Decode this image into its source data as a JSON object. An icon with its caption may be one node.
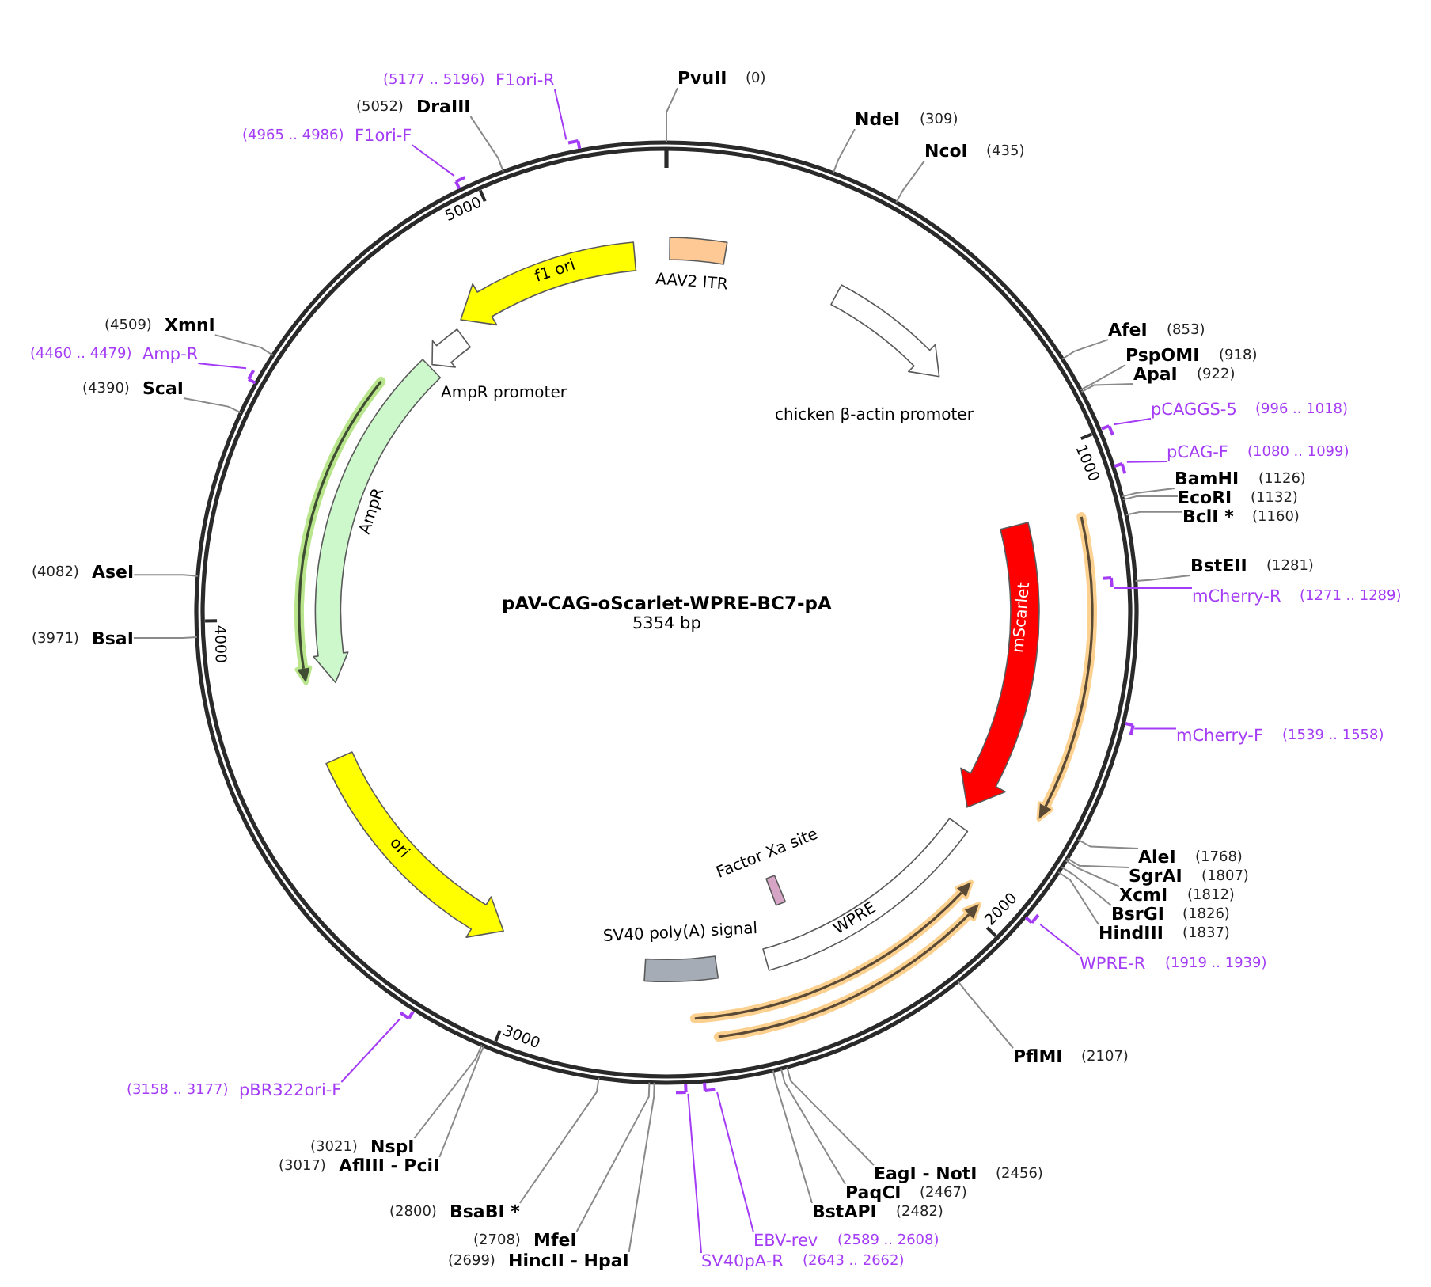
{
  "diagram": {
    "title": "pAV-CAG-oScarlet-WPRE-BC7-pA",
    "nodes": [
      {
        "text": [
          "AAV2 ITR"
        ]
      },
      {
        "text": [
          "chicken β-actin promoter"
        ]
      },
      {
        "text": [
          "mScarlet"
        ]
      },
      {
        "text": [
          "WPRE"
        ]
      },
      {
        "text": [
          "Factor Xa site"
        ]
      },
      {
        "text": [
          "SV40 poly(A) signal"
        ]
      },
      {
        "text": [
          "ori"
        ]
      },
      {
        "text": [
          "AmpR"
        ]
      },
      {
        "text": [
          "AmpR promoter"
        ]
      },
      {
        "text": [
          "f1 ori"
        ]
      },
      {
        "text": [
          "PvuII",
          "(0)"
        ]
      },
      {
        "text": [
          "NdeI",
          "(309)"
        ]
      },
      {
        "text": [
          "NcoI",
          "(435)"
        ]
      },
      {
        "text": [
          "AfeI",
          "(853)"
        ]
      },
      {
        "text": [
          "PspOMI",
          "(918)"
        ]
      },
      {
        "text": [
          "ApaI",
          "(922)"
        ]
      },
      {
        "text": [
          "pCAGGS-5",
          "(996 .. 1018)"
        ]
      },
      {
        "text": [],
        "shape": "bar"
      },
      {
        "text": [
          "pCAG-F",
          "(1080 .. 1099)"
        ]
      },
      {
        "text": [],
        "shape": "bar"
      },
      {
        "text": [
          "BamHI",
          "(1126)"
        ]
      },
      {
        "text": [
          "EcoRI",
          "(1132)"
        ]
      },
      {
        "text": [
          "BclI *",
          "(1160)"
        ]
      },
      {
        "text": [
          "BstEII",
          "(1281)"
        ]
      },
      {
        "text": [
          "mCherry-R",
          "(1271 .. 1289)"
        ]
      },
      {
        "text": [],
        "shape": "bar"
      },
      {
        "text": [
          "mCherry-F",
          "(1539 .. 1558)"
        ]
      },
      {
        "text": [],
        "shape": "bar"
      },
      {
        "text": [
          "AleI",
          "(1768)"
        ]
      },
      {
        "text": [
          "SgrAI",
          "(1807)"
        ]
      },
      {
        "text": [
          "XcmI",
          "(1812)"
        ]
      },
      {
        "text": [
          "BsrGI",
          "(1826)"
        ]
      },
      {
        "text": [
          "HindIII",
          "(1837)"
        ]
      },
      {
        "text": [
          "WPRE-R",
          "(1919 .. 1939)"
        ]
      },
      {
        "text": [],
        "shape": "bar"
      },
      {
        "text": [
          "PflMI",
          "(2107)"
        ]
      },
      {
        "text": [
          "EagI - NotI",
          "(2456)"
        ]
      },
      {
        "text": [
          "PaqCI",
          "(2467)"
        ]
      },
      {
        "text": [
          "BstAPI",
          "(2482)"
        ]
      },
      {
        "text": [
          "EBV-rev",
          "(2589 .. 2608)"
        ]
      },
      {
        "text": [],
        "shape": "bar"
      },
      {
        "text": [
          "SV40pA-R",
          "(2643 .. 2662)"
        ]
      },
      {
        "text": [],
        "shape": "bar"
      },
      {
        "text": [
          "(2699)",
          "HincII - HpaI"
        ]
      },
      {
        "text": [
          "(2708)",
          "MfeI"
        ]
      },
      {
        "text": [
          "(2800)",
          "BsaBI *"
        ]
      },
      {
        "text": [
          "(3017)",
          "AflIII - PciI"
        ]
      },
      {
        "text": [
          "(3021)",
          "NspI"
        ]
      },
      {
        "text": [
          "(3158 .. 3177)",
          "pBR322ori-F"
        ]
      },
      {
        "text": [],
        "shape": "bar"
      },
      {
        "text": [
          "(3971)",
          "BsaI"
        ]
      },
      {
        "text": [
          "(4082)",
          "AseI"
        ]
      },
      {
        "text": [
          "(4390)",
          "ScaI"
        ]
      },
      {
        "text": [
          "(4460 .. 4479)",
          "Amp-R"
        ]
      },
      {
        "text": [],
        "shape": "bar"
      },
      {
        "text": [
          "(4509)",
          "XmnI"
        ]
      },
      {
        "text": [
          "(4965 .. 4986)",
          "F1ori-F"
        ]
      },
      {
        "text": [],
        "shape": "bar"
      },
      {
        "text": [
          "(5052)",
          "DraIII"
        ]
      },
      {
        "text": [
          "(5177 .. 5196)",
          "F1ori-R"
        ]
      },
      {
        "text": [],
        "shape": "bar"
      }
    ],
    "edges": [
      {
        "from": 10,
        "to": null,
        "arrow": "none"
      },
      {
        "from": 11,
        "to": null,
        "arrow": "none"
      },
      {
        "from": 12,
        "to": null,
        "arrow": "none"
      },
      {
        "from": 13,
        "to": null,
        "arrow": "none"
      },
      {
        "from": 14,
        "to": null,
        "arrow": "none"
      },
      {
        "from": 15,
        "to": null,
        "arrow": "none"
      },
      {
        "from": 16,
        "to": 17,
        "arrow": "none",
        "color": "#a43cf5"
      },
      {
        "from": 18,
        "to": 19,
        "arrow": "none",
        "color": "#a43cf5"
      },
      {
        "from": 20,
        "to": null,
        "arrow": "none"
      },
      {
        "from": 21,
        "to": null,
        "arrow": "none"
      },
      {
        "from": 22,
        "to": null,
        "arrow": "none"
      },
      {
        "from": 23,
        "to": null,
        "arrow": "none"
      },
      {
        "from": 24,
        "to": 25,
        "arrow": "none",
        "color": "#a43cf5"
      },
      {
        "from": 26,
        "to": 27,
        "arrow": "none",
        "color": "#a43cf5"
      },
      {
        "from": 28,
        "to": null,
        "arrow": "none"
      },
      {
        "from": 29,
        "to": null,
        "arrow": "none"
      },
      {
        "from": 30,
        "to": null,
        "arrow": "none"
      },
      {
        "from": 31,
        "to": null,
        "arrow": "none"
      },
      {
        "from": 32,
        "to": null,
        "arrow": "none"
      },
      {
        "from": 33,
        "to": 34,
        "arrow": "none",
        "color": "#a43cf5"
      },
      {
        "from": 35,
        "to": null,
        "arrow": "none"
      },
      {
        "from": 36,
        "to": null,
        "arrow": "none"
      },
      {
        "from": 37,
        "to": null,
        "arrow": "none"
      },
      {
        "from": 38,
        "to": null,
        "arrow": "none"
      },
      {
        "from": 39,
        "to": 40,
        "arrow": "none",
        "color": "#a43cf5"
      },
      {
        "from": 41,
        "to": 42,
        "arrow": "none",
        "color": "#a43cf5"
      },
      {
        "from": 43,
        "to": null,
        "arrow": "none"
      },
      {
        "from": 44,
        "to": null,
        "arrow": "none"
      },
      {
        "from": 45,
        "to": null,
        "arrow": "none"
      },
      {
        "from": 46,
        "to": null,
        "arrow": "none"
      },
      {
        "from": 47,
        "to": null,
        "arrow": "none"
      },
      {
        "from": 48,
        "to": 49,
        "arrow": "none",
        "color": "#a43cf5"
      },
      {
        "from": 50,
        "to": null,
        "arrow": "none"
      },
      {
        "from": 51,
        "to": null,
        "arrow": "none"
      },
      {
        "from": 52,
        "to": null,
        "arrow": "none"
      },
      {
        "from": 53,
        "to": 54,
        "arrow": "none",
        "color": "#a43cf5"
      },
      {
        "from": 55,
        "to": null,
        "arrow": "none"
      },
      {
        "from": 56,
        "to": 57,
        "arrow": "none",
        "color": "#a43cf5"
      },
      {
        "from": 58,
        "to": null,
        "arrow": "none"
      },
      {
        "from": 59,
        "to": 60,
        "arrow": "none",
        "color": "#a43cf5"
      }
    ],
    "labels": [
      "5000",
      "1000",
      "5354 bp",
      "4000",
      "2000",
      "3000"
    ]
  }
}
